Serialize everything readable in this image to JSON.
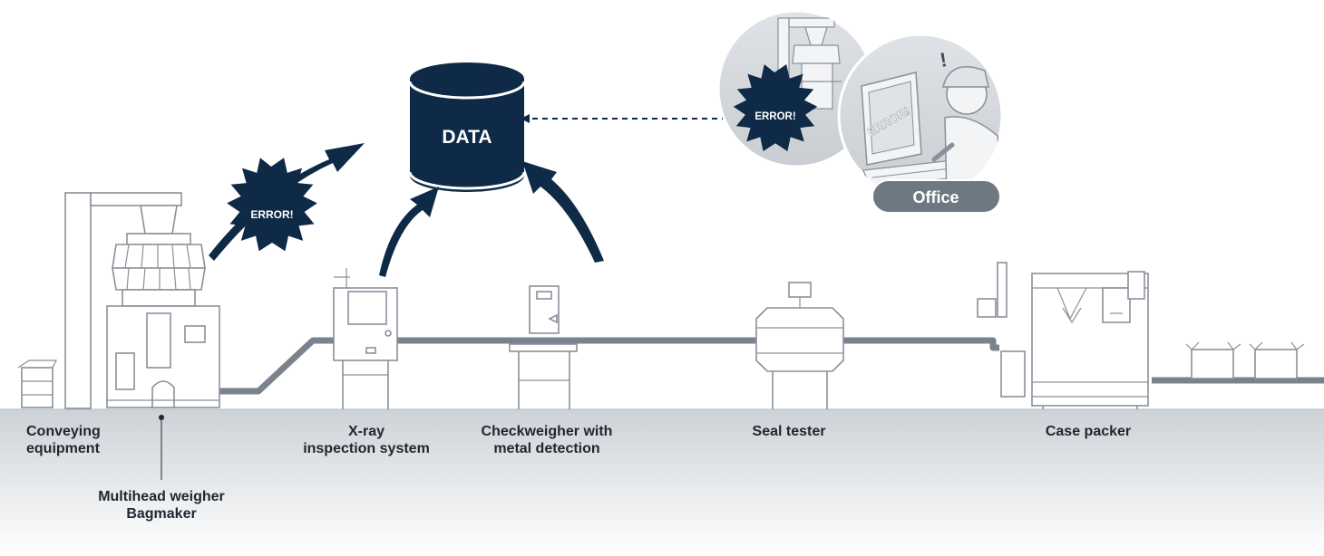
{
  "database": {
    "label": "DATA"
  },
  "alerts": [
    {
      "text": "ERROR!"
    },
    {
      "text": "ERROR!"
    }
  ],
  "office": {
    "badge": "Office",
    "screen_text": "ERROR!",
    "exclamation": "!"
  },
  "machines": [
    {
      "lines": [
        "Conveying",
        "equipment"
      ]
    },
    {
      "lines": [
        "Multihead weigher",
        "Bagmaker"
      ]
    },
    {
      "lines": [
        "X-ray",
        "inspection system"
      ]
    },
    {
      "lines": [
        "Checkweigher with",
        "metal detection"
      ]
    },
    {
      "lines": [
        "Seal tester"
      ]
    },
    {
      "lines": [
        "Case packer"
      ]
    }
  ],
  "colors": {
    "navy": "#0f2a47",
    "conveyor": "#7a838d",
    "outline": "#8a9099",
    "floor_top": "#cdd2d7",
    "floor_bottom": "#ffffff",
    "text": "#222630",
    "office_badge": "#6e7882"
  }
}
